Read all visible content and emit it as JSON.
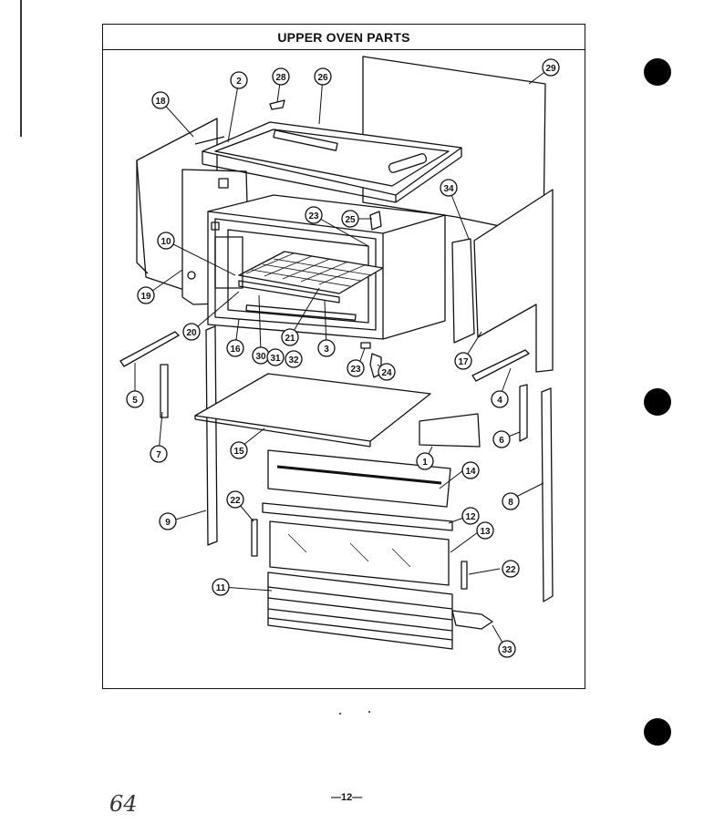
{
  "title": "UPPER OVEN PARTS",
  "page_number": "—12—",
  "handwritten_note": "64",
  "callouts": [
    {
      "id": "c1",
      "label": "1"
    },
    {
      "id": "c2",
      "label": "2"
    },
    {
      "id": "c3",
      "label": "3"
    },
    {
      "id": "c4",
      "label": "4"
    },
    {
      "id": "c5",
      "label": "5"
    },
    {
      "id": "c6",
      "label": "6"
    },
    {
      "id": "c7",
      "label": "7"
    },
    {
      "id": "c8",
      "label": "8"
    },
    {
      "id": "c9",
      "label": "9"
    },
    {
      "id": "c10",
      "label": "10"
    },
    {
      "id": "c11",
      "label": "11"
    },
    {
      "id": "c12",
      "label": "12"
    },
    {
      "id": "c13",
      "label": "13"
    },
    {
      "id": "c14",
      "label": "14"
    },
    {
      "id": "c15",
      "label": "15"
    },
    {
      "id": "c16",
      "label": "16"
    },
    {
      "id": "c17",
      "label": "17"
    },
    {
      "id": "c18",
      "label": "18"
    },
    {
      "id": "c19",
      "label": "19"
    },
    {
      "id": "c20",
      "label": "20"
    },
    {
      "id": "c21",
      "label": "21"
    },
    {
      "id": "c22a",
      "label": "22"
    },
    {
      "id": "c22b",
      "label": "22"
    },
    {
      "id": "c23a",
      "label": "23"
    },
    {
      "id": "c23b",
      "label": "23"
    },
    {
      "id": "c24",
      "label": "24"
    },
    {
      "id": "c25",
      "label": "25"
    },
    {
      "id": "c26",
      "label": "26"
    },
    {
      "id": "c28",
      "label": "28"
    },
    {
      "id": "c29",
      "label": "29"
    },
    {
      "id": "c30",
      "label": "30"
    },
    {
      "id": "c31",
      "label": "31"
    },
    {
      "id": "c32",
      "label": "32"
    },
    {
      "id": "c33",
      "label": "33"
    },
    {
      "id": "c34",
      "label": "34"
    }
  ]
}
